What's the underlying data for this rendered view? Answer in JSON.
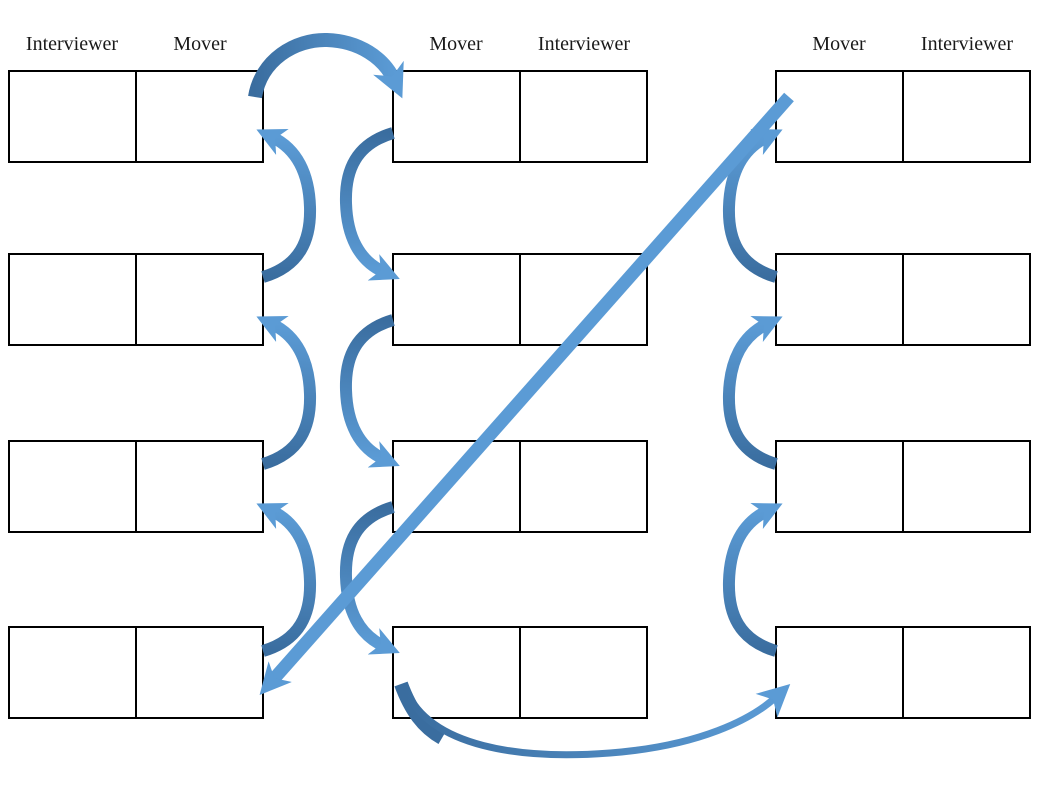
{
  "diagram": {
    "title": "interview-rotation-scheme",
    "background": "#FFFFFF",
    "rows": 4,
    "columns": [
      {
        "id": "left",
        "headers": [
          "Interviewer",
          "Mover"
        ]
      },
      {
        "id": "middle",
        "headers": [
          "Mover",
          "Interviewer"
        ]
      },
      {
        "id": "right",
        "headers": [
          "Mover",
          "Interviewer"
        ]
      }
    ],
    "colors": {
      "box_border": "#000000",
      "label_text": "#1A1A1A",
      "arrow_tail": "#3A6D9F",
      "arrow_head": "#5B9BD5"
    },
    "connections": [
      {
        "id": "left-r2-to-r1",
        "from": "left-row2-mover",
        "to": "left-row1-mover"
      },
      {
        "id": "left-r3-to-r2",
        "from": "left-row3-mover",
        "to": "left-row2-mover"
      },
      {
        "id": "left-r4-to-r3",
        "from": "left-row4-mover",
        "to": "left-row3-mover"
      },
      {
        "id": "top-arc",
        "from": "left-row1-mover",
        "to": "middle-row1-mover"
      },
      {
        "id": "middle-r1-to-r2",
        "from": "middle-row1-mover",
        "to": "middle-row2-mover"
      },
      {
        "id": "middle-r2-to-r3",
        "from": "middle-row2-mover",
        "to": "middle-row3-mover"
      },
      {
        "id": "middle-r3-to-r4",
        "from": "middle-row3-mover",
        "to": "middle-row4-mover"
      },
      {
        "id": "bottom-sweep",
        "from": "middle-row4-mover",
        "to": "right-row4-mover"
      },
      {
        "id": "right-r4-to-r3",
        "from": "right-row4-mover",
        "to": "right-row3-mover"
      },
      {
        "id": "right-r3-to-r2",
        "from": "right-row3-mover",
        "to": "right-row2-mover"
      },
      {
        "id": "right-r2-to-r1",
        "from": "right-row2-mover",
        "to": "right-row1-mover"
      },
      {
        "id": "diagonal",
        "from": "right-row1-mover",
        "to": "left-row4-mover"
      }
    ]
  }
}
